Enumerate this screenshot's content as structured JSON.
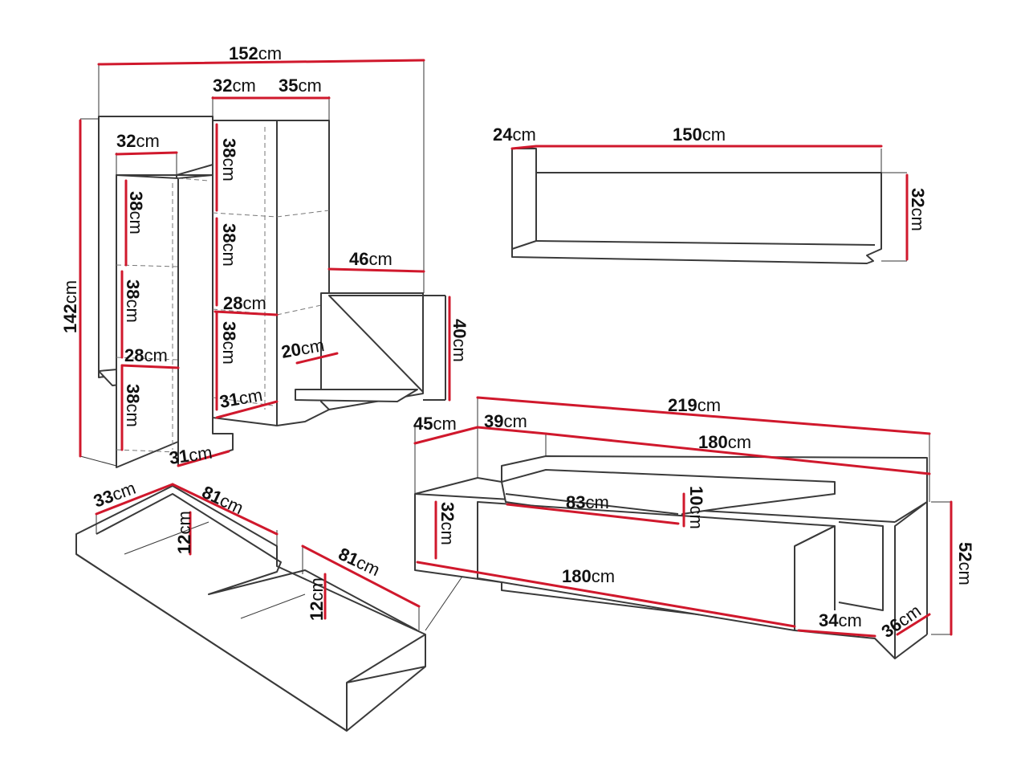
{
  "unit": "cm",
  "colors": {
    "dimension_line": "#d0182c",
    "outline": "#3a3a3a",
    "background": "#ffffff"
  },
  "dimensions": {
    "cab_total_width": "152",
    "cab_left_top_depth": "32",
    "cab_right_top_depth": "35",
    "cab_left_width": "32",
    "cab_height": "142",
    "left_shelf_1": "38",
    "left_shelf_2": "38",
    "left_shelf_3": "38",
    "left_inner_depth": "28",
    "left_bottom_depth": "31",
    "right_shelf_1": "38",
    "right_shelf_2": "38",
    "right_shelf_3": "38",
    "right_inner_depth": "28",
    "right_bottom_depth": "31",
    "open_shelf_width": "46",
    "open_shelf_height": "40",
    "open_shelf_depth": "20",
    "wall_shelf_depth": "24",
    "wall_shelf_width": "150",
    "wall_shelf_height": "32",
    "drawer_depth": "33",
    "drawer_width_1": "81",
    "drawer_height_1": "12",
    "drawer_width_2": "81",
    "drawer_height_2": "12",
    "tv_depth": "45",
    "tv_top_depth": "39",
    "tv_total_width": "219",
    "tv_top_width": "180",
    "tv_niche_width": "83",
    "tv_niche_height": "10",
    "tv_front_height": "32",
    "tv_front_width": "180",
    "tv_side_width": "34",
    "tv_side_depth": "36",
    "tv_total_height": "52"
  }
}
